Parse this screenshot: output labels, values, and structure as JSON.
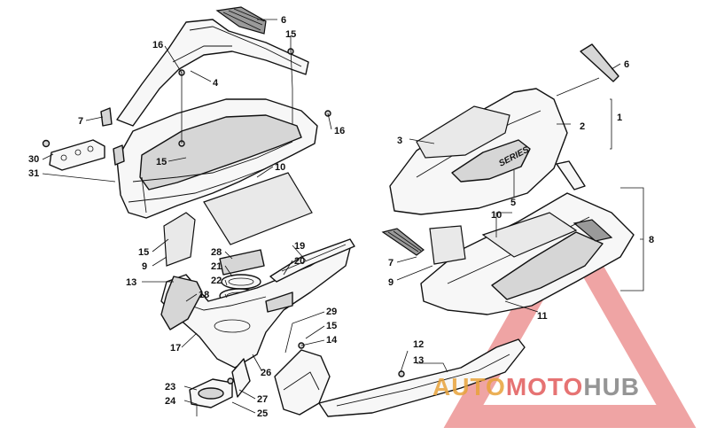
{
  "watermark": {
    "word_a": "AUTO",
    "word_b": "MOTO",
    "word_c": "HUB",
    "color_a": "#e8a23a",
    "color_b": "#e25a5a",
    "color_c": "#8a8a8a"
  },
  "callouts": {
    "c1": "1",
    "c2": "2",
    "c3": "3",
    "c4": "4",
    "c5": "5",
    "c6a": "6",
    "c6b": "6",
    "c7a": "7",
    "c7b": "7",
    "c8": "8",
    "c9a": "9",
    "c9b": "9",
    "c10a": "10",
    "c10b": "10",
    "c11": "11",
    "c12": "12",
    "c13a": "13",
    "c13b": "13",
    "c14": "14",
    "c15a": "15",
    "c15b": "15",
    "c15c": "15",
    "c15d": "15",
    "c16a": "16",
    "c16b": "16",
    "c17": "17",
    "c18": "18",
    "c19": "19",
    "c20": "20",
    "c21": "21",
    "c22": "22",
    "c23": "23",
    "c24": "24",
    "c25": "25",
    "c26": "26",
    "c27": "27",
    "c28": "28",
    "c29": "29",
    "c30": "30",
    "c31": "31"
  },
  "decal_text": "SERIES"
}
